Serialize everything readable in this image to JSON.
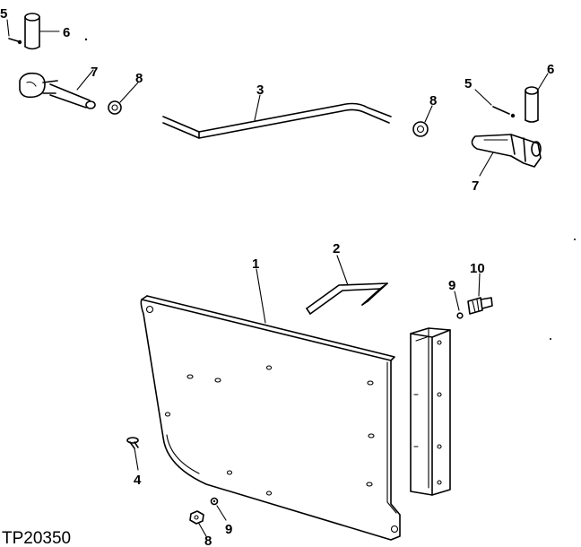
{
  "figure_id": "TP20350",
  "callouts": {
    "c1": "1",
    "c2": "2",
    "c3": "3",
    "c4": "4",
    "c5_left": "5",
    "c5_right": "5",
    "c6_left": "6",
    "c6_right": "6",
    "c7_left": "7",
    "c7_right": "7",
    "c8_left": "8",
    "c8_mid": "8",
    "c8_bottom": "8",
    "c9_right": "9",
    "c9_bottom": "9",
    "c10": "10"
  }
}
